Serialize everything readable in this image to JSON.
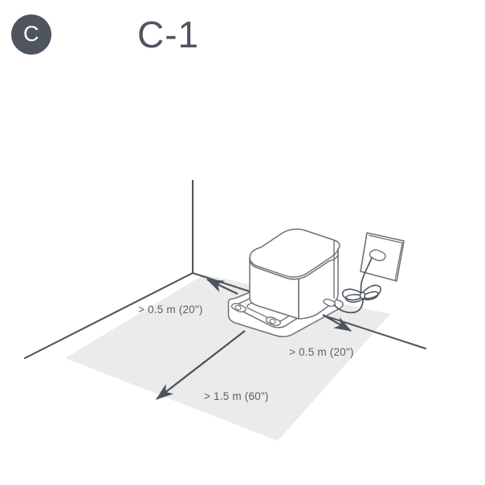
{
  "header": {
    "badge_letter": "C",
    "badge_color": "#4e555e",
    "title": "C-1",
    "title_color": "#4e555e"
  },
  "illustration": {
    "name": "robot-vacuum-dock-clearance-diagram",
    "description": "Isometric line drawing of a robot vacuum charging dock placed against a wall corner, with a shaded clearance zone on the floor and three dimension arrows",
    "colors": {
      "line": "#4e545d",
      "thin_line": "#6b7178",
      "clearance_fill": "#ebebeb",
      "background": "#ffffff"
    },
    "clearance_labels": [
      {
        "id": "left-clearance",
        "text": "> 0.5 m (20\")",
        "arrow_direction": "up-left"
      },
      {
        "id": "right-clearance",
        "text": "> 0.5 m (20\")",
        "arrow_direction": "down-right"
      },
      {
        "id": "front-clearance",
        "text": "> 1.5 m (60\")",
        "arrow_direction": "down-left"
      }
    ],
    "parts": {
      "wall_corner": "wall-corner-lines",
      "floor": "floor-baselines",
      "clearance_zone": "shaded-clearance-area",
      "dock_tower": "dock-tower-body",
      "dock_base": "dock-base-ramp",
      "charging_contacts": "dock-charging-contacts",
      "outlet": "wall-power-outlet",
      "plug": "power-plug",
      "cord": "power-cord-bow"
    }
  }
}
